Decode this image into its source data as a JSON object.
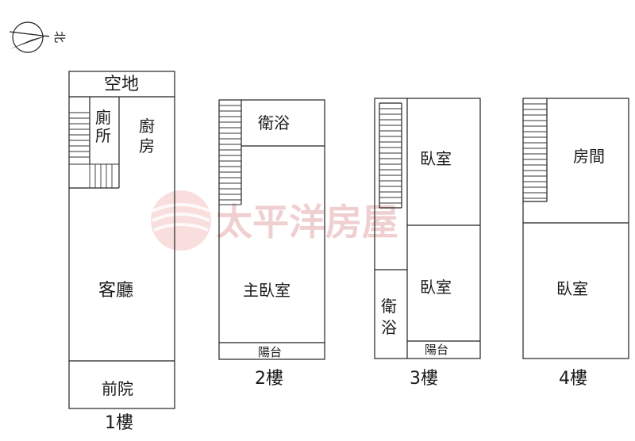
{
  "compass": {
    "label": "北"
  },
  "watermark": {
    "text": "太平洋房屋"
  },
  "floors": [
    {
      "label": "1樓",
      "rooms": {
        "open_space": "空地",
        "toilet_1": "廁",
        "toilet_2": "所",
        "kitchen_1": "廚",
        "kitchen_2": "房",
        "living": "客廳",
        "front_yard": "前院"
      }
    },
    {
      "label": "2樓",
      "rooms": {
        "bath": "衛浴",
        "master": "主臥室",
        "balcony": "陽台"
      }
    },
    {
      "label": "3樓",
      "rooms": {
        "bed_top": "臥室",
        "bed_mid": "臥室",
        "bath_1": "衛",
        "bath_2": "浴",
        "balcony": "陽台"
      }
    },
    {
      "label": "4樓",
      "rooms": {
        "room": "房間",
        "bed": "臥室"
      }
    }
  ]
}
